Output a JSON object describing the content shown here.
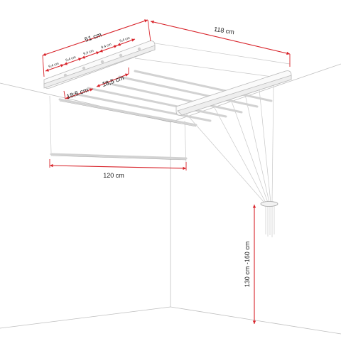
{
  "dimensions": {
    "bracket_length": "51 cm",
    "rod_spacing": [
      "9,4 cm",
      "9,4 cm",
      "9,4 cm",
      "9,4 cm",
      "9,4 cm"
    ],
    "depth_length": "118 cm",
    "hanger_gap_1": "18,5 cm",
    "hanger_gap_2": "18,5 cm",
    "lowered_rod_width": "120 cm",
    "lowering_range": "130 cm -160 cm"
  },
  "colors": {
    "dimension_line": "#d8232a",
    "label_text": "#222222",
    "room_lines": "#bfbfbf"
  }
}
